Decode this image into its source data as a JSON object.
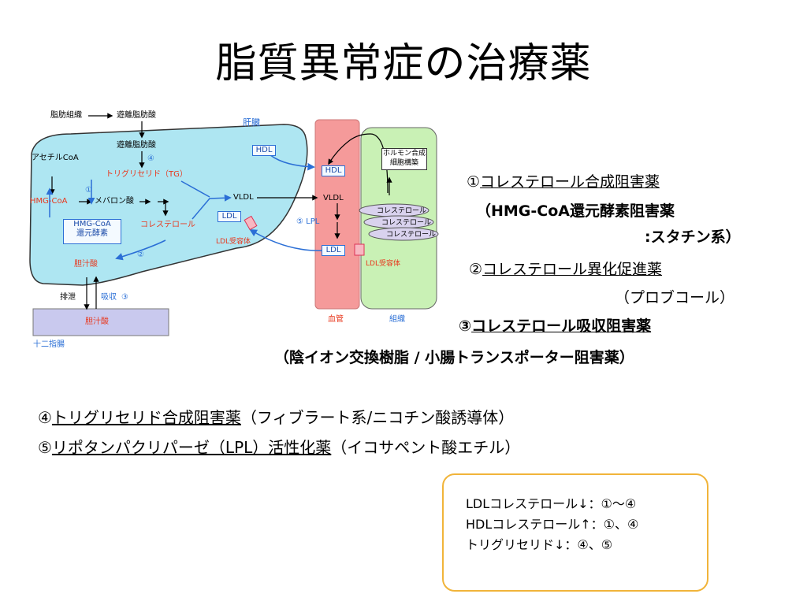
{
  "title": "脂質異常症の治療薬",
  "diagram": {
    "fat_tissue": "脂肪組織",
    "ffa_top": "遊離脂肪酸",
    "liver_label": "肝臓",
    "ffa_liver": "遊離脂肪酸",
    "acetyl_coa": "アセチルCoA",
    "num4": "④",
    "tg": "トリグリセリド（TG）",
    "num1": "①",
    "hmg_coa": "HMG-CoA",
    "mevalonate": "メバロン酸",
    "enzyme_line1": "HMG-CoA",
    "enzyme_line2": "還元酵素",
    "cholesterol_liver": "コレステロール",
    "vldl_liver": "VLDL",
    "hdl_liver": "HDL",
    "ldl_liver": "LDL",
    "ldl_receptor_liver": "LDL受容体",
    "num2": "②",
    "bile_acid": "胆汁酸",
    "excretion": "排泄",
    "absorption": "吸収",
    "num3": "③",
    "duodenum_bile": "胆汁酸",
    "duodenum": "十二指腸",
    "hdl_blood": "HDL",
    "vldl_blood": "VLDL",
    "lpl": "⑤ LPL",
    "ldl_blood": "LDL",
    "blood_vessel": "血管",
    "hormone_line1": "ホルモン合成",
    "hormone_line2": "細胞構築",
    "chol_a": "コレステロール",
    "chol_b": "コレステロール",
    "chol_c": "コレステロール",
    "ldl_receptor_tissue": "LDL受容体",
    "tissue": "組織"
  },
  "drugs": {
    "d1_num": "①",
    "d1_name": "コレステロール合成阻害薬",
    "d1_sub1": "（HMG-CoA還元酵素阻害薬",
    "d1_sub2": ":スタチン系）",
    "d2_num": "②",
    "d2_name": "コレステロール異化促進薬",
    "d2_sub": "（プロブコール）",
    "d3_num": "③",
    "d3_name": "コレステロール吸収阻害薬",
    "d3_sub": "（陰イオン交換樹脂 / 小腸トランスポーター阻害薬）",
    "d4_num": "④",
    "d4_name": "トリグリセリド合成阻害薬",
    "d4_note": "（フィブラート系/ニコチン酸誘導体）",
    "d5_num": "⑤",
    "d5_name": "リポタンパクリパーゼ（LPL）活性化薬",
    "d5_note": "（イコサペント酸エチル）"
  },
  "summary": {
    "line1": "LDLコレステロール↓：①～④",
    "line2": "HDLコレステロール↑：①、④",
    "line3": "トリグリセリド↓：④、⑤"
  },
  "colors": {
    "liver_fill": "#aee6f2",
    "vessel_fill": "#f59a9a",
    "tissue_fill": "#c9f1b5",
    "duodenum_fill": "#c9c9ee",
    "arrow_blue": "#2b6fd6",
    "text_red": "#e8381e",
    "summary_border": "#f1b43a"
  }
}
